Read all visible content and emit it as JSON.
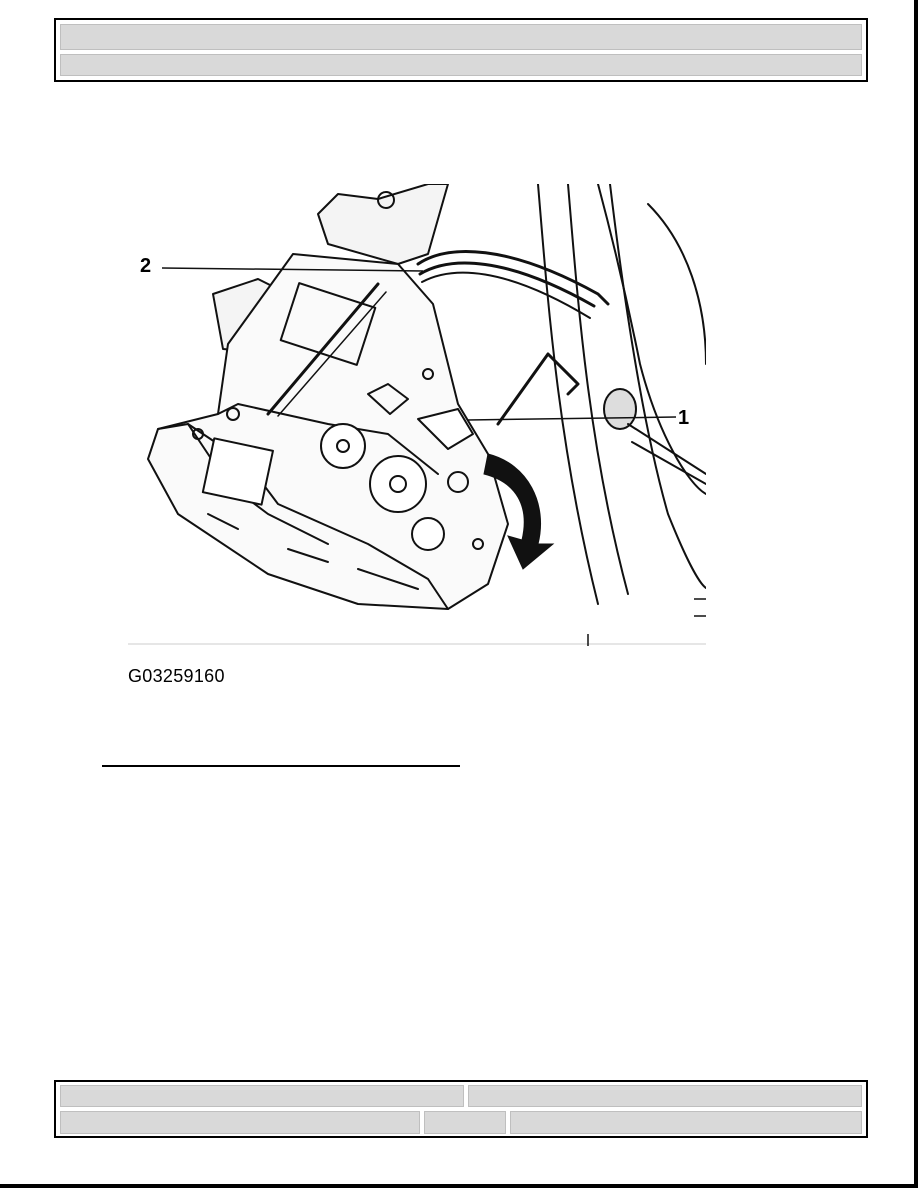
{
  "figure": {
    "callouts": [
      "1",
      "2"
    ],
    "code": "G03259160"
  },
  "colors": {
    "header_fill": "#d9d9d9",
    "border": "#000000"
  }
}
